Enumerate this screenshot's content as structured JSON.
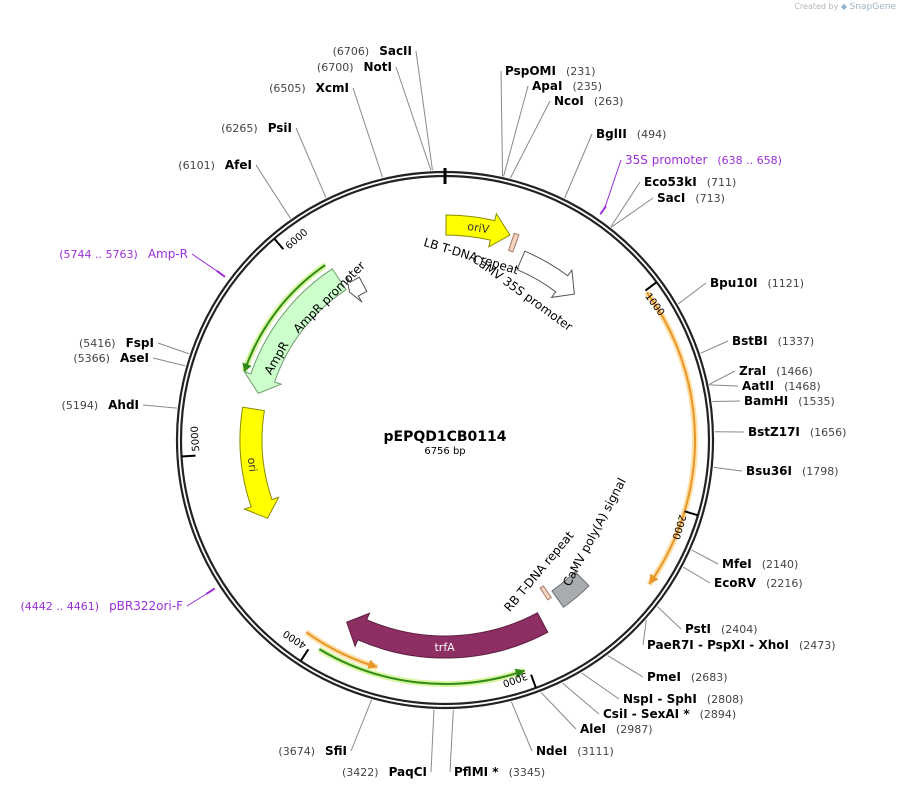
{
  "credit": {
    "prefix": "Created by",
    "brand": "SnapGene"
  },
  "plasmid": {
    "name": "pEPQD1CB0114",
    "length": 6756,
    "length_label": "6756 bp"
  },
  "ticks": [
    {
      "bp": 1000,
      "label": "1000"
    },
    {
      "bp": 2000,
      "label": "2000"
    },
    {
      "bp": 3000,
      "label": "3000"
    },
    {
      "bp": 4000,
      "label": "4000"
    },
    {
      "bp": 5000,
      "label": "5000"
    },
    {
      "bp": 6000,
      "label": "6000"
    }
  ],
  "enzymes": [
    {
      "name": "SacII",
      "pos": "(6706)",
      "bp": 6706,
      "side": "L"
    },
    {
      "name": "NotI",
      "pos": "(6700)",
      "bp": 6700,
      "side": "L"
    },
    {
      "name": "XcmI",
      "pos": "(6505)",
      "bp": 6505,
      "side": "L"
    },
    {
      "name": "PsiI",
      "pos": "(6265)",
      "bp": 6265,
      "side": "L"
    },
    {
      "name": "AfeI",
      "pos": "(6101)",
      "bp": 6101,
      "side": "L"
    },
    {
      "name": "FspI",
      "pos": "(5416)",
      "bp": 5416,
      "side": "L"
    },
    {
      "name": "AseI",
      "pos": "(5366)",
      "bp": 5366,
      "side": "L"
    },
    {
      "name": "AhdI",
      "pos": "(5194)",
      "bp": 5194,
      "side": "L"
    },
    {
      "name": "SfiI",
      "pos": "(3674)",
      "bp": 3674,
      "side": "L"
    },
    {
      "name": "PaqCI",
      "pos": "(3422)",
      "bp": 3422,
      "side": "L"
    },
    {
      "name": "PspOMI",
      "pos": "(231)",
      "bp": 231,
      "side": "R"
    },
    {
      "name": "ApaI",
      "pos": "(235)",
      "bp": 235,
      "side": "R"
    },
    {
      "name": "NcoI",
      "pos": "(263)",
      "bp": 263,
      "side": "R"
    },
    {
      "name": "BglII",
      "pos": "(494)",
      "bp": 494,
      "side": "R"
    },
    {
      "name": "Eco53kI",
      "pos": "(711)",
      "bp": 711,
      "side": "R"
    },
    {
      "name": "SacI",
      "pos": "(713)",
      "bp": 713,
      "side": "R"
    },
    {
      "name": "Bpu10I",
      "pos": "(1121)",
      "bp": 1121,
      "side": "R"
    },
    {
      "name": "BstBI",
      "pos": "(1337)",
      "bp": 1337,
      "side": "R"
    },
    {
      "name": "ZraI",
      "pos": "(1466)",
      "bp": 1466,
      "side": "R"
    },
    {
      "name": "AatII",
      "pos": "(1468)",
      "bp": 1468,
      "side": "R"
    },
    {
      "name": "BamHI",
      "pos": "(1535)",
      "bp": 1535,
      "side": "R"
    },
    {
      "name": "BstZ17I",
      "pos": "(1656)",
      "bp": 1656,
      "side": "R"
    },
    {
      "name": "Bsu36I",
      "pos": "(1798)",
      "bp": 1798,
      "side": "R"
    },
    {
      "name": "MfeI",
      "pos": "(2140)",
      "bp": 2140,
      "side": "R"
    },
    {
      "name": "EcoRV",
      "pos": "(2216)",
      "bp": 2216,
      "side": "R"
    },
    {
      "name": "PstI",
      "pos": "(2404)",
      "bp": 2404,
      "side": "R"
    },
    {
      "name": "PaeR7I  -  PspXI  -  XhoI",
      "pos": "(2473)",
      "bp": 2473,
      "side": "R"
    },
    {
      "name": "PmeI",
      "pos": "(2683)",
      "bp": 2683,
      "side": "R"
    },
    {
      "name": "NspI  -  SphI",
      "pos": "(2808)",
      "bp": 2808,
      "side": "R"
    },
    {
      "name": "CsiI  -  SexAI *",
      "pos": "(2894)",
      "bp": 2894,
      "side": "R"
    },
    {
      "name": "AleI",
      "pos": "(2987)",
      "bp": 2987,
      "side": "R"
    },
    {
      "name": "NdeI",
      "pos": "(3111)",
      "bp": 3111,
      "side": "R"
    },
    {
      "name": "PflMI *",
      "pos": "(3345)",
      "bp": 3345,
      "side": "R"
    }
  ],
  "primers": [
    {
      "name": "35S promoter",
      "range": "(638 .. 658)",
      "bp": 648,
      "side": "R"
    },
    {
      "name": "Amp-R",
      "range": "(5744 .. 5763)",
      "bp": 5753,
      "side": "L"
    },
    {
      "name": "pBR322ori-F",
      "range": "(4442 .. 4461)",
      "bp": 4451,
      "side": "L"
    }
  ],
  "features": [
    {
      "name": "oriV",
      "start": 5,
      "end": 330,
      "color": "#ffff00",
      "stroke": "#8a8a00",
      "dir": 1,
      "label_color": "#333333",
      "label_mode": "on"
    },
    {
      "name": "LB T-DNA repeat",
      "start": 348,
      "end": 372,
      "color": "#f5d4c2",
      "stroke": "#a87a66",
      "dir": 0,
      "label_color": "#000000",
      "label_mode": "none"
    },
    {
      "name": "CaMV 35S promoter",
      "start": 430,
      "end": 780,
      "color": "#ffffff",
      "stroke": "#555555",
      "dir": 1,
      "label_color": "#000000",
      "label_mode": "none"
    },
    {
      "name": "CaMV poly(A) signal",
      "start": 2540,
      "end": 2715,
      "color": "#a8acb0",
      "stroke": "#6d7175",
      "dir": 0,
      "label_color": "#000000",
      "label_mode": "none"
    },
    {
      "name": "RB T-DNA repeat",
      "start": 2740,
      "end": 2764,
      "color": "#f5d4c2",
      "stroke": "#a87a66",
      "dir": 0,
      "label_color": "#000000",
      "label_mode": "none"
    },
    {
      "name": "trfA",
      "start": 2850,
      "end": 3910,
      "color": "#8e2f63",
      "stroke": "#5c1d40",
      "dir": 1,
      "label_color": "#ffffff",
      "label_mode": "on"
    },
    {
      "name": "ori",
      "start": 4620,
      "end": 5240,
      "color": "#ffff00",
      "stroke": "#8a8a00",
      "dir": -1,
      "label_color": "#333333",
      "label_mode": "on"
    },
    {
      "name": "AmpR",
      "start": 5330,
      "end": 6130,
      "color": "#ccffcc",
      "stroke": "#6d9e6d",
      "dir": -1,
      "label_color": "#000000",
      "label_mode": "none"
    },
    {
      "name": "AmpR promoter",
      "start": 6140,
      "end": 6235,
      "color": "#ffffff",
      "stroke": "#555555",
      "dir": -1,
      "label_color": "#000000",
      "label_mode": "none"
    }
  ],
  "inner_labels": [
    {
      "text": "LB T-DNA repeat",
      "feature": "LB T-DNA repeat"
    },
    {
      "text": "CaMV 35S promoter",
      "feature": "CaMV 35S promoter"
    },
    {
      "text": "AmpR promoter",
      "feature": "AmpR promoter"
    },
    {
      "text": "AmpR",
      "feature": "AmpR"
    },
    {
      "text": "RB T-DNA repeat",
      "feature": "RB T-DNA repeat"
    },
    {
      "text": "CaMV poly(A) signal",
      "feature": "CaMV poly(A) signal"
    }
  ],
  "ring_arcs": [
    {
      "name": "orange-arc-1",
      "start": 1010,
      "end": 2350,
      "color": "#e8962a",
      "halo": "#ffe0a8",
      "dir": 1,
      "radius": "inner"
    },
    {
      "name": "orange-arc-2",
      "start": 3690,
      "end": 4050,
      "color": "#e8962a",
      "halo": "#ffe0a8",
      "dir": -1,
      "radius": "inner"
    },
    {
      "name": "green-arc-1",
      "start": 3020,
      "end": 3960,
      "color": "#2f8a1a",
      "halo": "#d8f5a0",
      "dir": -1,
      "radius": "inner"
    },
    {
      "name": "green-arc-2",
      "start": 5420,
      "end": 6110,
      "color": "#2f8a1a",
      "halo": "#d8f5a0",
      "dir": -1,
      "radius": "inner"
    }
  ],
  "colors": {
    "enzyme": "#000000",
    "position": "#444444",
    "primer": "#9b30d9",
    "leader": "#8a8a8a",
    "backbone": "#222222"
  }
}
